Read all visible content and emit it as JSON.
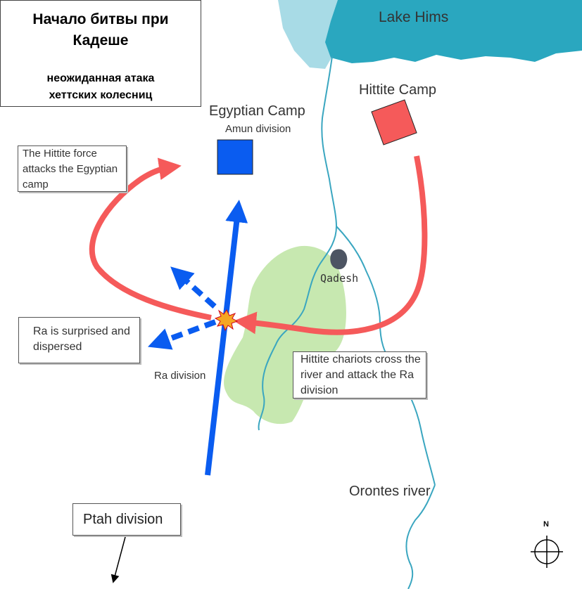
{
  "title": {
    "main": "Начало битвы при\nКадеше",
    "sub": "неожиданная атака\nхеттских колесниц"
  },
  "labels": {
    "lake": "Lake Hims",
    "hittite_camp": "Hittite Camp",
    "egyptian_camp": "Egyptian Camp",
    "amun_division": "Amun division",
    "qadesh": "Qadesh",
    "ra_division": "Ra division",
    "orontes_river": "Orontes river",
    "north": "N"
  },
  "notes": {
    "hittite_attack_camp": "The Hittite force attacks the Egyptian camp",
    "ra_surprised": "Ra is surprised and dispersed",
    "chariots_cross": "Hittite chariots cross the river and attack the Ra division",
    "ptah_division": "Ptah division"
  },
  "colors": {
    "lake": "#2aa7bf",
    "lake_light": "#a8dbe6",
    "river": "#3aa6c0",
    "land": "#c7e8b0",
    "hittite": "#f55a5a",
    "egyptian": "#0a5cf0",
    "qadesh": "#4d5563"
  }
}
